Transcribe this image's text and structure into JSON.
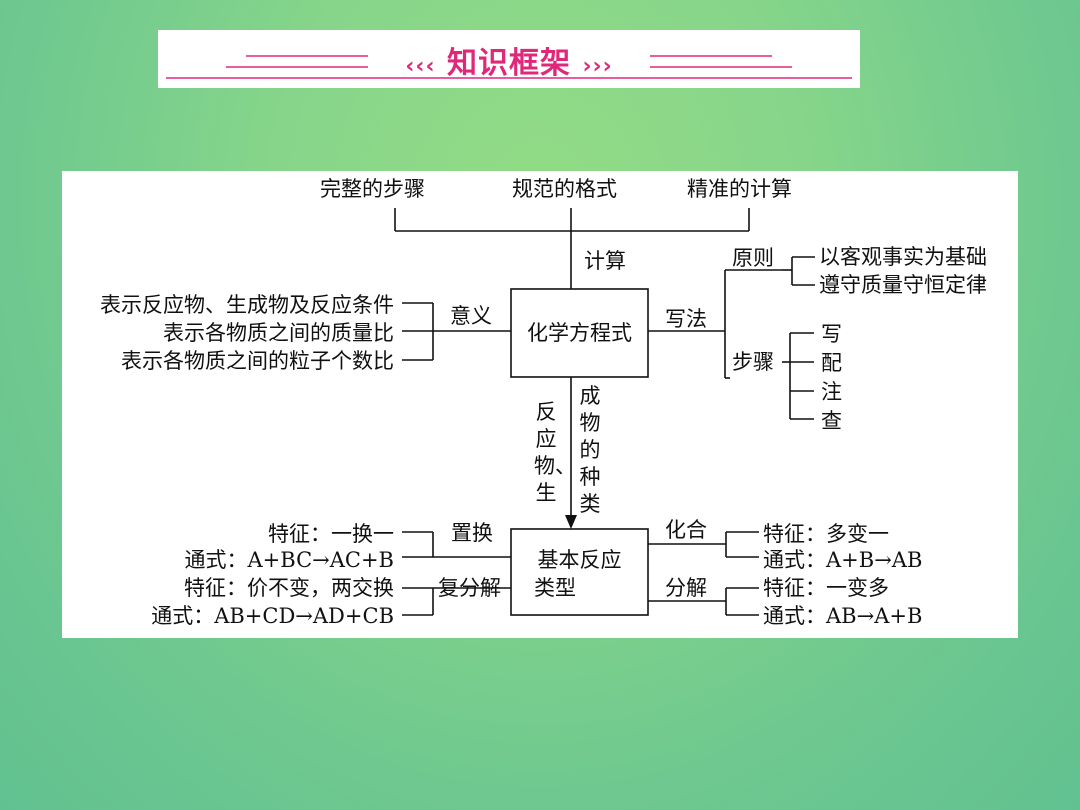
{
  "banner": {
    "title": "知识框架",
    "left_deco": "‹‹‹",
    "right_deco": "›››"
  },
  "center": "化学方程式",
  "calc": {
    "label": "计算",
    "items": [
      "完整的步骤",
      "规范的格式",
      "精准的计算"
    ]
  },
  "meaning": {
    "label": "意义",
    "items": [
      "表示反应物、生成物及反应条件",
      "表示各物质之间的质量比",
      "表示各物质之间的粒子个数比"
    ]
  },
  "writing": {
    "label": "写法",
    "principle": {
      "label": "原则",
      "items": [
        "以客观事实为基础",
        "遵守质量守恒定律"
      ]
    },
    "steps": {
      "label": "步骤",
      "items": [
        "写",
        "配",
        "注",
        "查"
      ]
    }
  },
  "arrow_label": {
    "left": "反应物、生",
    "right": "成物的种类"
  },
  "reaction_types": {
    "box": [
      "基本反应",
      "类型"
    ],
    "displacement": {
      "label": "置换",
      "feature": "特征：一换一",
      "formula": "通式：A+BC→AC+B"
    },
    "double_decomposition": {
      "label": "复分解",
      "feature": "特征：价不变，两交换",
      "formula": "通式：AB+CD→AD+CB"
    },
    "combination": {
      "label": "化合",
      "feature": "特征：多变一",
      "formula": "通式：A+B→AB"
    },
    "decomposition": {
      "label": "分解",
      "feature": "特征：一变多",
      "formula": "通式：AB→A+B"
    }
  }
}
